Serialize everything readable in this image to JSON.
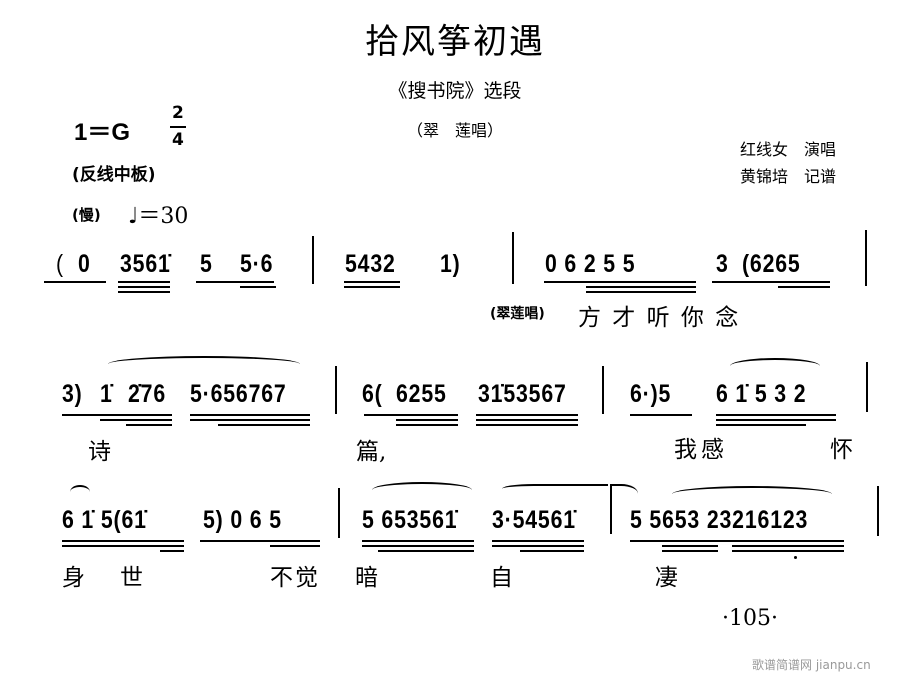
{
  "header": {
    "title": "拾风筝初遇",
    "subtitle": "《搜书院》选段",
    "role": "（翠　莲唱）",
    "key": "1＝G",
    "time_top": "2",
    "time_bottom": "4",
    "tempo_style": "(反线中板)",
    "tempo_slow": "(慢)",
    "tempo_mark": "♩＝30",
    "singer": "红线女　演唱",
    "transcriber": "黄锦培　记谱"
  },
  "rows": [
    {
      "notes": [
        "(",
        "0",
        "3561̇",
        "5",
        "5·6",
        "5432",
        "1)",
        "0  6  2  5  5",
        "3",
        "(6265"
      ],
      "lyrics": [
        "(翠莲唱)",
        "方 才 听 你  念"
      ]
    },
    {
      "notes": [
        "3)",
        "1̇",
        "2̇76",
        "5·656767",
        "6(",
        "6255",
        "31̇53567",
        "6·)5",
        "6  1̇  5  3  2"
      ],
      "lyrics": [
        "诗",
        "篇,",
        "我感",
        "怀"
      ]
    },
    {
      "notes": [
        "6  1̇  5(61̇",
        "5)  0  6  5",
        "5  653561̇",
        "3·54561̇",
        "5  5653  23216123"
      ],
      "lyrics": [
        "身",
        "世",
        "不觉",
        "暗",
        "自",
        "凄"
      ]
    }
  ],
  "footer": {
    "page_number": "·105·",
    "watermark": "歌谱简谱网 jianpu.cn"
  }
}
